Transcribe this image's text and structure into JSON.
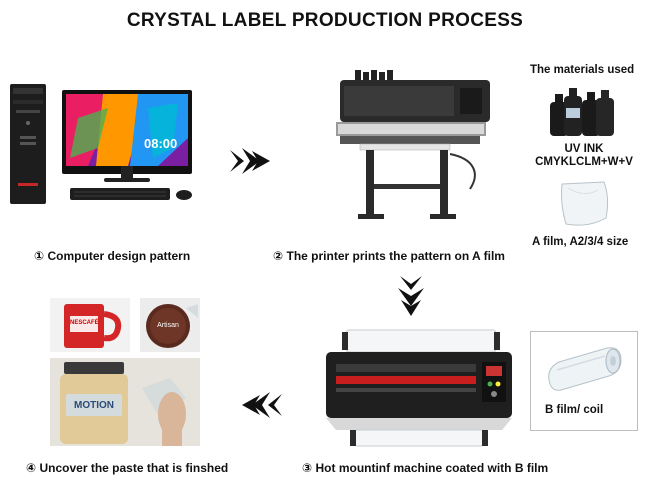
{
  "title": "CRYSTAL LABEL PRODUCTION PROCESS",
  "materials": {
    "heading": "The materials used",
    "ink_line1": "UV INK",
    "ink_line2": "CMYKLCLM+W+V",
    "film_a": "A film, A2/3/4 size",
    "film_b": "B film/ coil"
  },
  "steps": [
    {
      "label": "① Computer design pattern"
    },
    {
      "label": "② The printer prints the pattern on A film"
    },
    {
      "label": "③ Hot mountinf machine coated with B film"
    },
    {
      "label": "④ Uncover the paste that is finshed"
    }
  ],
  "screen_time": "08:00",
  "mug_brand": "NESCAFÉ",
  "jar_brand": "MOTION",
  "disc_brand": "Artisan",
  "colors": {
    "arrow": "#111111",
    "mug_red": "#d42626",
    "machine_red": "#c81e1e",
    "teal_frame": "#3a9bb0"
  }
}
